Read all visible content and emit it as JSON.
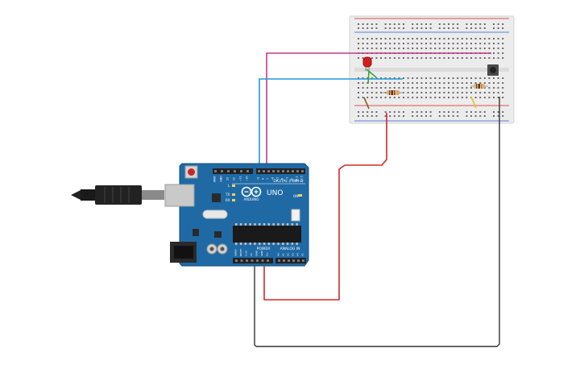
{
  "board": {
    "logo_text": "ARDUINO",
    "model": "UNO",
    "digital_label": "DIGITAL (PWM~)",
    "power_label": "POWER",
    "analog_label": "ANALOG IN",
    "reset_label": "RESET",
    "digital_pins": [
      "AREF",
      "GND",
      "13",
      "12",
      "~11",
      "~10",
      "~9",
      "8",
      "7",
      "~6",
      "~5",
      "4",
      "~3",
      "2",
      "TX 1",
      "RX 0"
    ],
    "power_pins": [
      "IOREF",
      "RESET",
      "3.3V",
      "5V",
      "GND",
      "GND",
      "Vin"
    ],
    "analog_pins": [
      "A0",
      "A1",
      "A2",
      "A3",
      "A4",
      "A5"
    ],
    "leds": [
      "L",
      "TX",
      "RX"
    ],
    "on_label": "ON"
  },
  "colors": {
    "board": "#1f6aa5",
    "board_edge": "#154f7e",
    "wire_magenta": "#c2388f",
    "wire_blue": "#1e9bd7",
    "wire_red": "#d02a2a",
    "wire_black": "#333333",
    "wire_green": "#3aa33a",
    "wire_yellow": "#e6c22a",
    "breadboard": "#ececec",
    "rail_red": "#e05050",
    "rail_blue": "#5a7fd8",
    "led_red": "#d11e1e"
  },
  "icons": {
    "usb": "usb-cable-icon",
    "reset": "reset-button-icon",
    "led": "led-icon",
    "pushbutton": "pushbutton-icon",
    "resistor": "resistor-icon"
  }
}
